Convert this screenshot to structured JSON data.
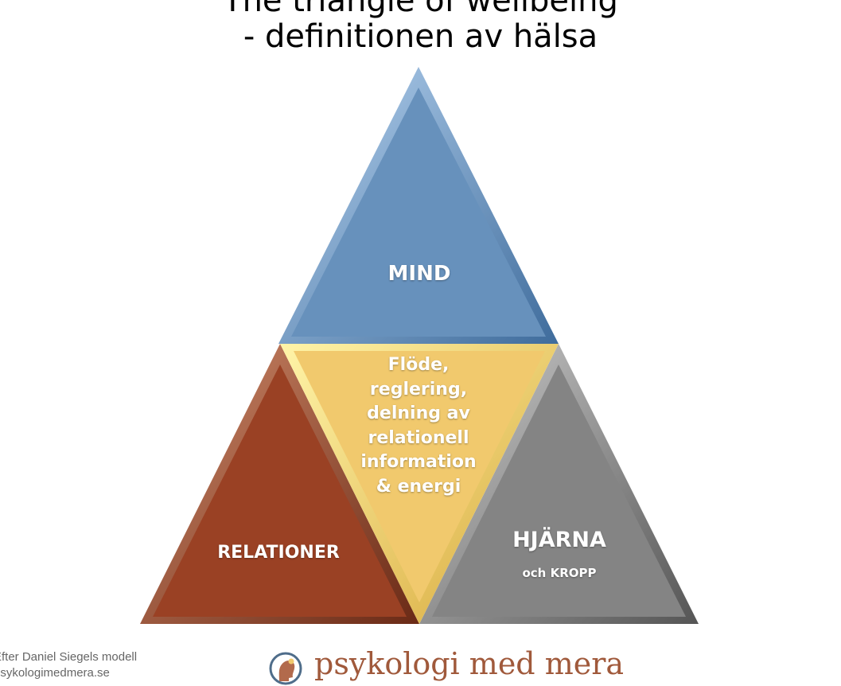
{
  "title": {
    "line1": "The triangle of wellbeing",
    "line2": "- definitionen av hälsa"
  },
  "diagram": {
    "top": {
      "label": "MIND",
      "color": "#6791bc"
    },
    "center": {
      "lines": [
        "Flöde,",
        "reglering,",
        "delning av",
        "relationell",
        "information",
        "& energi"
      ],
      "color": "#f1c96d"
    },
    "left": {
      "label": "RELATIONER",
      "color": "#9a4124"
    },
    "right": {
      "label": "HJÄRNA",
      "sublabel": "och KROPP",
      "color": "#848484"
    }
  },
  "footer": {
    "credit_line1": "Efter Daniel Siegels modell",
    "credit_line2": "psykologimedmera.se",
    "logo_text": "psykologi med mera",
    "logo_icon": "head-silhouette-icon"
  }
}
